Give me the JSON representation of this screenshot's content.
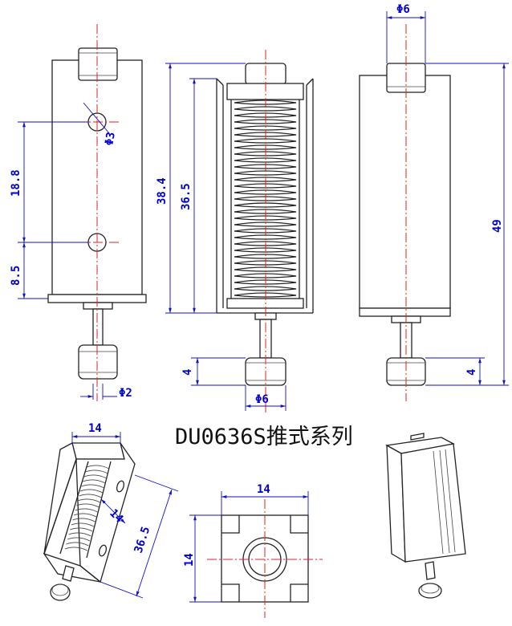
{
  "title": "DU0636S推式系列",
  "front_view": {
    "hole_dia": "Φ3",
    "hole_spacing": "18.8",
    "bottom_offset": "8.5",
    "shaft_dia": "Φ2"
  },
  "side_view": {
    "total_length": "38.4",
    "body_length": "36.5",
    "button_height": "4",
    "button_dia": "Φ6"
  },
  "right_view": {
    "top_dia": "Φ6",
    "overall_length": "49",
    "button_height": "4"
  },
  "iso_view": {
    "width": "14",
    "depth": "14",
    "length": "36.5"
  },
  "end_view": {
    "width": "14",
    "height": "14"
  },
  "colors": {
    "dimension": "#0000cc",
    "centerline": "#e02020",
    "outline": "#222222"
  }
}
